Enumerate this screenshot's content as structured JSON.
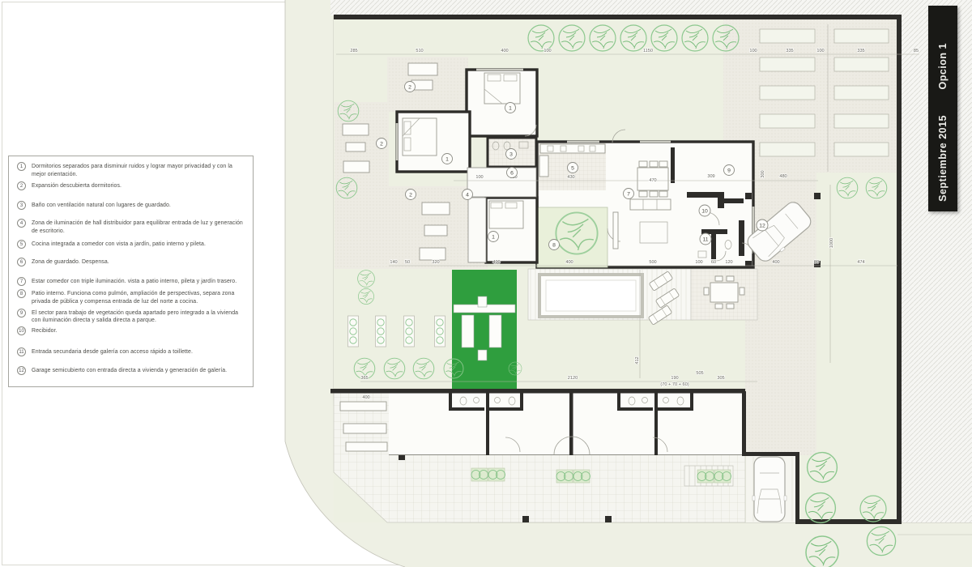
{
  "banner": {
    "option": "Opcion 1",
    "date": "Septiembre 2015"
  },
  "legend": {
    "items": [
      {
        "num": "1",
        "text": "Dormitorios  separados para disminuir ruidos y lograr mayor privacidad y con la mejor orientación."
      },
      {
        "num": "2",
        "text": "Expansión descubierta dormitorios."
      },
      {
        "num": "3",
        "text": "Baño con ventilación natural con lugares de guardado."
      },
      {
        "num": "4",
        "text": "Zona de iluminación de hall distribuidor para equilibrar entrada de luz y generación de escritorio."
      },
      {
        "num": "5",
        "text": "Cocina integrada a comedor con vista a jardín, patio interno y pileta."
      },
      {
        "num": "6",
        "text": "Zona de guardado. Despensa."
      },
      {
        "num": "7",
        "text": "Estar comedor con triple iluminación. vista a patio interno, pileta y jardín trasero."
      },
      {
        "num": "8",
        "text": "Patio interno. Funciona como pulmón, ampliación de perspectivas, separa zona privada de pública y compensa entrada de luz del norte a cocina."
      },
      {
        "num": "9",
        "text": "El sector para trabajo de vegetación queda apartado pero integrado a la vivienda con iluminación directa y salida directa a parque."
      },
      {
        "num": "10",
        "text": "Recibidor."
      },
      {
        "num": "11",
        "text": "Entrada secundaria desde galería  con acceso rápido a toillette."
      },
      {
        "num": "12",
        "text": "Garage semicubierto con entrada directa a vivienda y generación de galería."
      }
    ]
  },
  "plan": {
    "room_labels": [
      "2",
      "1",
      "2",
      "1",
      "3",
      "6",
      "4",
      "2",
      "1",
      "5",
      "7",
      "8",
      "9",
      "10",
      "11",
      "12"
    ],
    "dims": [
      "285",
      "510",
      "400",
      "100",
      "1150",
      "100",
      "335",
      "100",
      "335",
      "85",
      "100",
      "310",
      "430",
      "309",
      "480",
      "140",
      "50",
      "320",
      "400",
      "400",
      "500",
      "100",
      "60",
      "120",
      "400",
      "80",
      "474",
      "365",
      "400",
      "2120",
      "190",
      "505",
      "305",
      "(70 + 70 + 60)",
      "412",
      "1000",
      "300"
    ],
    "table_label": "470",
    "colors": {
      "work_green": "#2f9e3e",
      "wall": "#2e2d2a",
      "lawn": "#edf0e2",
      "banner_bg": "#191916",
      "tree": "#7bbd7e"
    }
  }
}
